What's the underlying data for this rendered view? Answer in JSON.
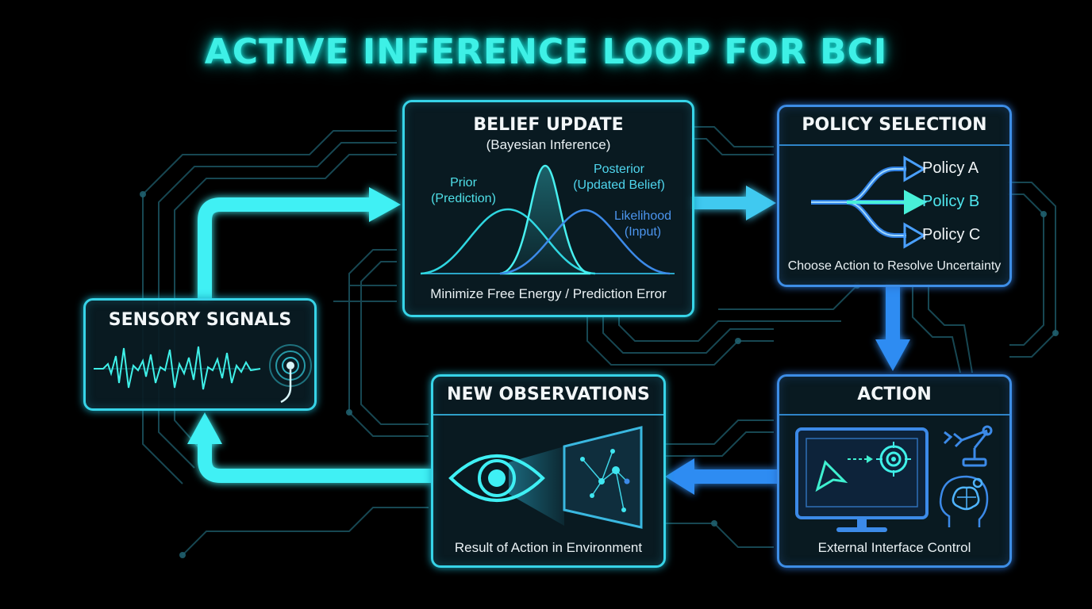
{
  "title": "ACTIVE INFERENCE LOOP FOR BCI",
  "colors": {
    "cyan": "#3ef0e6",
    "teal_border": "#37d4e8",
    "blue_border": "#3d8de6",
    "arrow_cyan": "#3ff0f4",
    "arrow_blue": "#2f8cf2",
    "background": "#000000"
  },
  "belief_update": {
    "title": "BELIEF UPDATE",
    "subtitle": "(Bayesian Inference)",
    "prior_label_1": "Prior",
    "prior_label_2": "(Prediction)",
    "posterior_label_1": "Posterior",
    "posterior_label_2": "(Updated Belief)",
    "likelihood_label_1": "Likelihood",
    "likelihood_label_2": "(Input)",
    "caption": "Minimize Free Energy / Prediction Error"
  },
  "policy_selection": {
    "title": "POLICY SELECTION",
    "policies": [
      "Policy A",
      "Policy B",
      "Policy C"
    ],
    "caption": "Choose Action to Resolve Uncertainty"
  },
  "sensory_signals": {
    "title": "SENSORY SIGNALS",
    "icon": "sensor-waveform-icon"
  },
  "new_observations": {
    "title": "NEW OBSERVATIONS",
    "caption": "Result of Action in Environment",
    "icon": "eye-icon"
  },
  "action": {
    "title": "ACTION",
    "caption": "External Interface Control",
    "icons": [
      "monitor-cursor-target-icon",
      "robot-arm-icon",
      "brain-head-icon"
    ]
  }
}
